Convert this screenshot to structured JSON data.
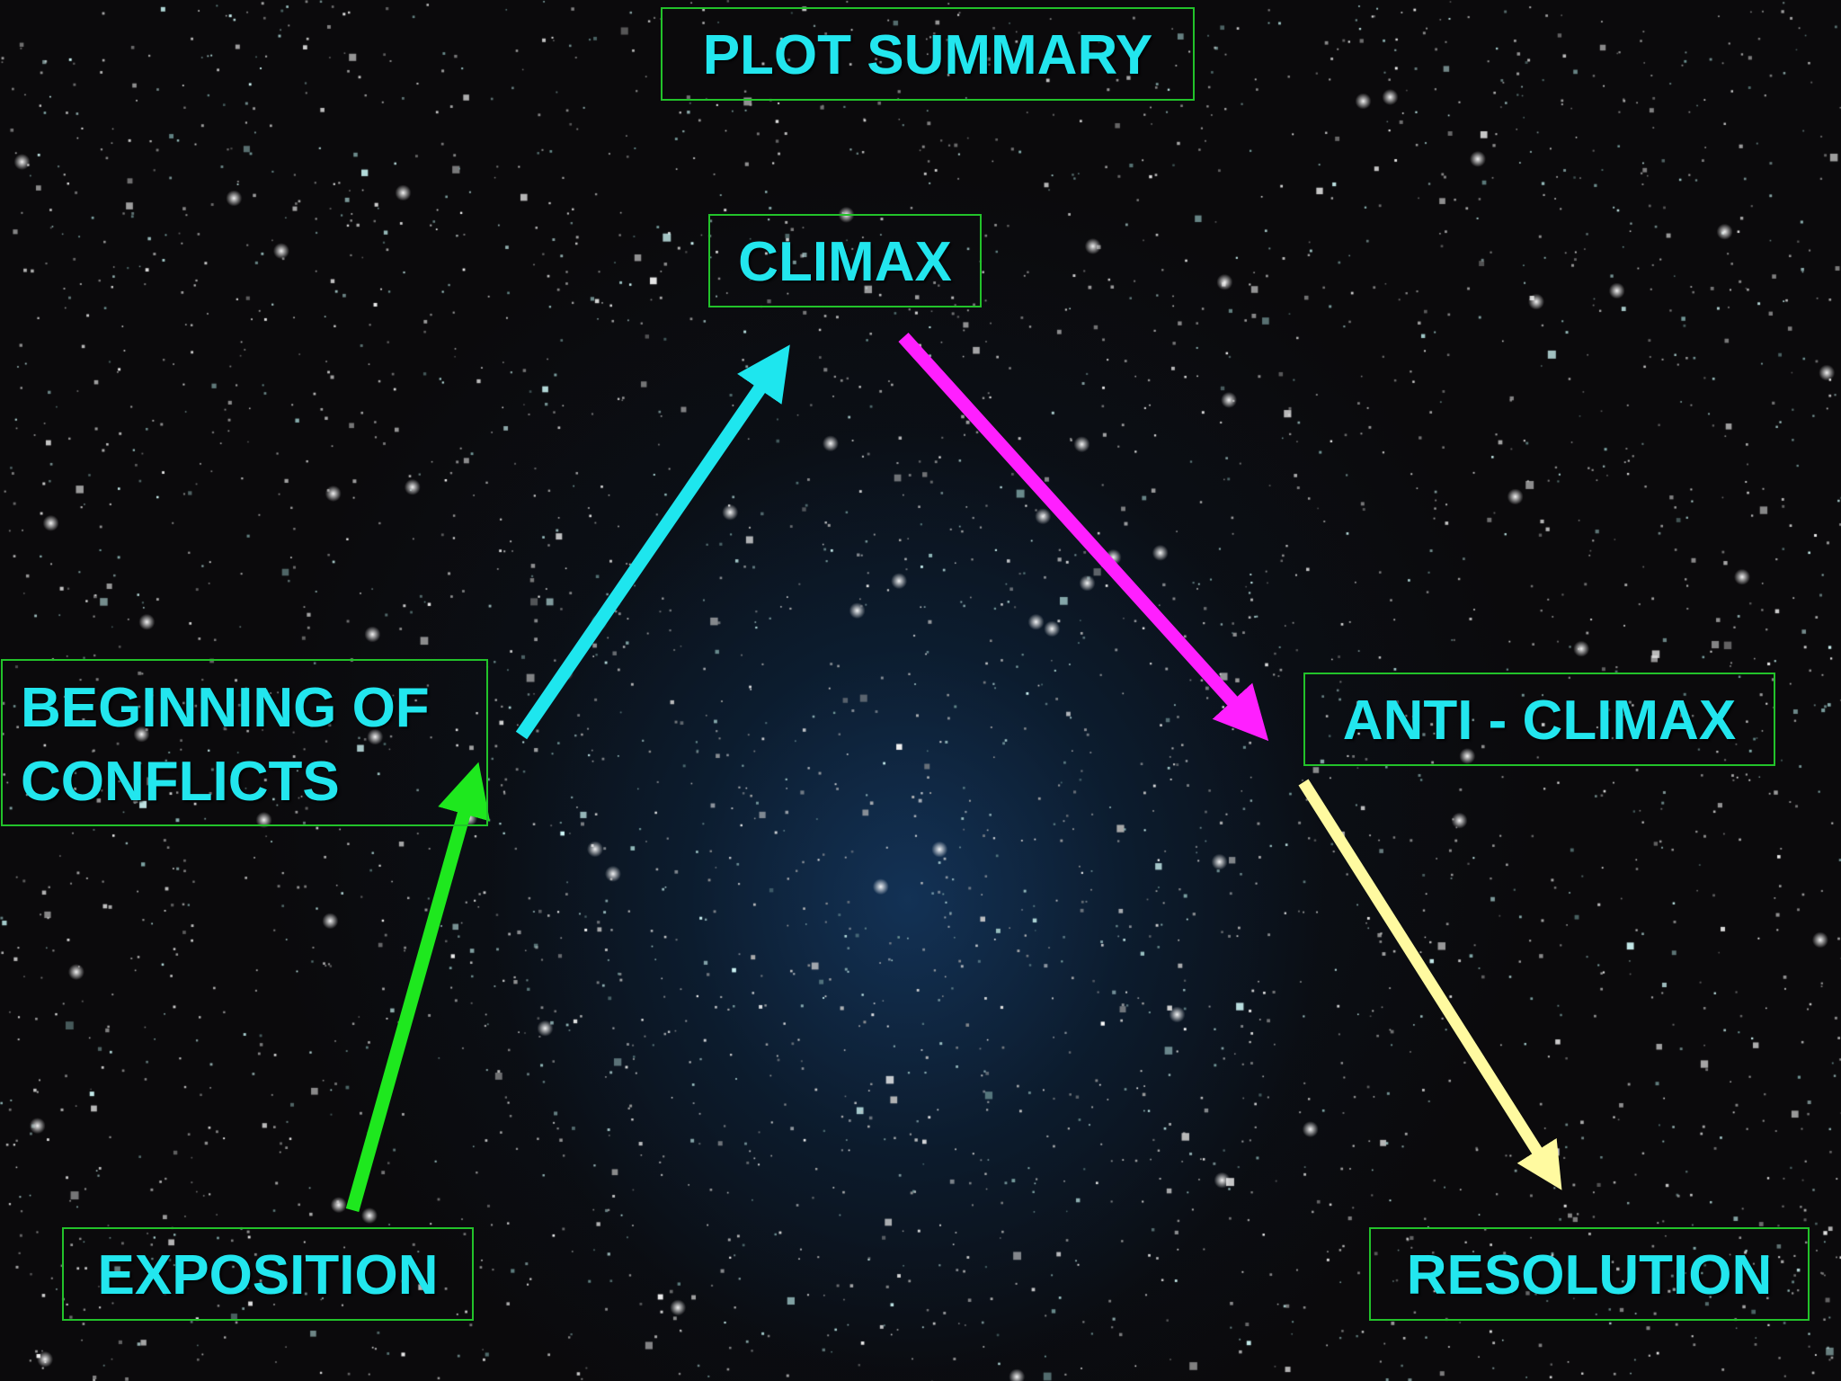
{
  "title": "PLOT SUMMARY",
  "nodes": {
    "climax": "CLIMAX",
    "beginning_of_conflicts": [
      "BEGINNING OF",
      "CONFLICTS"
    ],
    "anti_climax": "ANTI - CLIMAX",
    "exposition": "EXPOSITION",
    "resolution": "RESOLUTION"
  },
  "edges": [
    {
      "from": "exposition",
      "to": "beginning_of_conflicts",
      "color": "#1ee81e"
    },
    {
      "from": "beginning_of_conflicts",
      "to": "climax",
      "color": "#1ee6ee"
    },
    {
      "from": "climax",
      "to": "anti_climax",
      "color": "#ff1fff"
    },
    {
      "from": "anti_climax",
      "to": "resolution",
      "color": "#fffaa0"
    }
  ],
  "colors": {
    "label_text": "#22e6ee",
    "box_border": "#22c22a",
    "background": "#0b0a0c"
  }
}
